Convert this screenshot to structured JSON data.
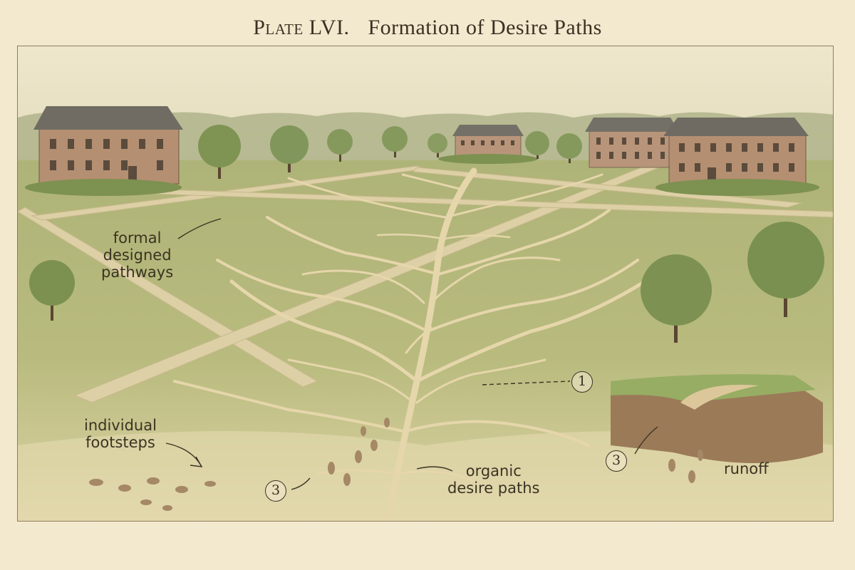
{
  "plate": {
    "number": "Plate LVI.",
    "title": "Formation of Desire Paths"
  },
  "labels": {
    "formal": "formal\ndesigned\npathways",
    "footsteps": "individual\nfootsteps",
    "organic": "organic\ndesire paths",
    "runoff": "runoff"
  },
  "markers": {
    "stage_one": "1",
    "stage_three_center": "3",
    "stage_three_right": "3"
  },
  "colors": {
    "paper": "#f3e9cf",
    "sky": "#ebe3c6",
    "grass": "#b8b97c",
    "path": "#e4d3a8",
    "building": "#b08c6e",
    "roof": "#6f6b62",
    "tree": "#7f9453",
    "soil": "#8e6b4b"
  }
}
